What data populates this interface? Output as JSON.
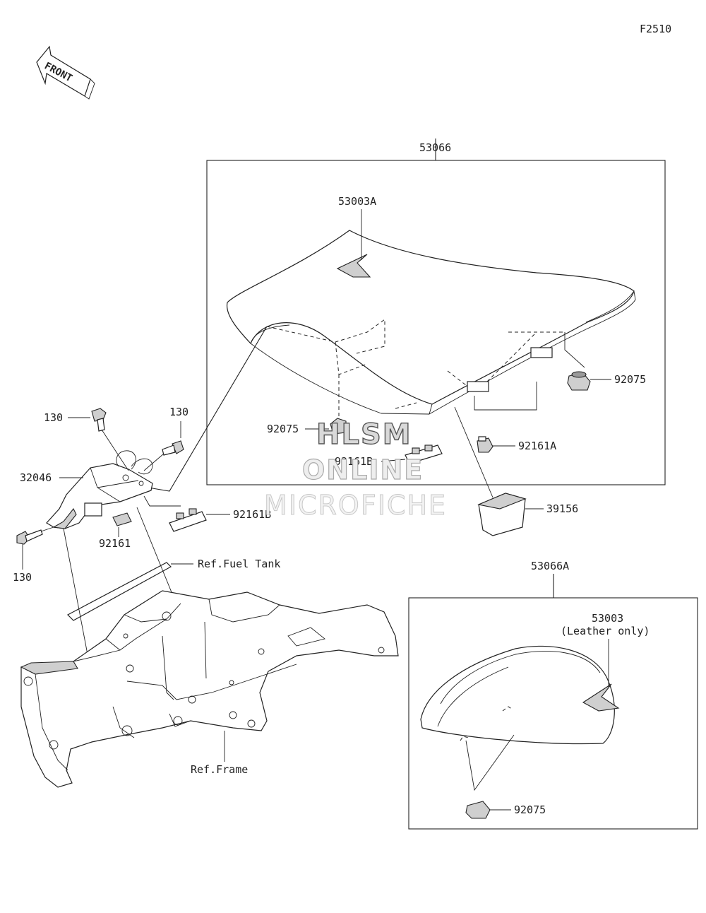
{
  "figure_code": "F2510",
  "front_label": "FRONT",
  "labels": {
    "assy_main": "53066",
    "seat_cover_main": "53003A",
    "damper_main_right": "92075",
    "damper_main_left": "92075",
    "damper_b": "92075",
    "clip_a": "92161A",
    "clip_b_seat": "92161B",
    "clip_b_bracket": "92161B",
    "foam": "39156",
    "assy_b": "53066A",
    "seat_cover_b": "53003",
    "seat_cover_b_note": "(Leather only)",
    "bolt_top": "130",
    "bolt_right": "130",
    "bolt_bottom": "130",
    "bracket": "32046",
    "pad": "92161",
    "ref_fuel_tank": "Ref.Fuel Tank",
    "ref_frame": "Ref.Frame"
  },
  "watermark": {
    "line1": "HLSM",
    "line2": "ONLINE",
    "line3": "MICROFICHE"
  },
  "colors": {
    "line": "#222222",
    "shade": "#cfcfcf",
    "watermark_fill": "#d9d9d9"
  }
}
